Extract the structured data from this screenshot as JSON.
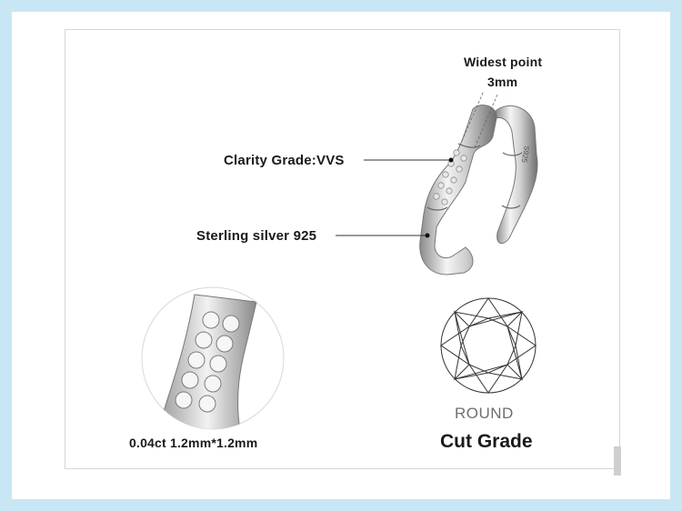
{
  "annotations": {
    "widest_point_title": "Widest point",
    "widest_point_value": "3mm",
    "clarity": "Clarity Grade:VVS",
    "material": "Sterling silver 925"
  },
  "ring": {
    "engraving": "S925"
  },
  "stone": {
    "carat_size": "0.04ct 1.2mm*1.2mm"
  },
  "cut": {
    "shape": "ROUND",
    "title": "Cut Grade"
  },
  "colors": {
    "background": "#c9e6f4",
    "text": "#1a1a1a",
    "muted": "#6f6f6f"
  }
}
